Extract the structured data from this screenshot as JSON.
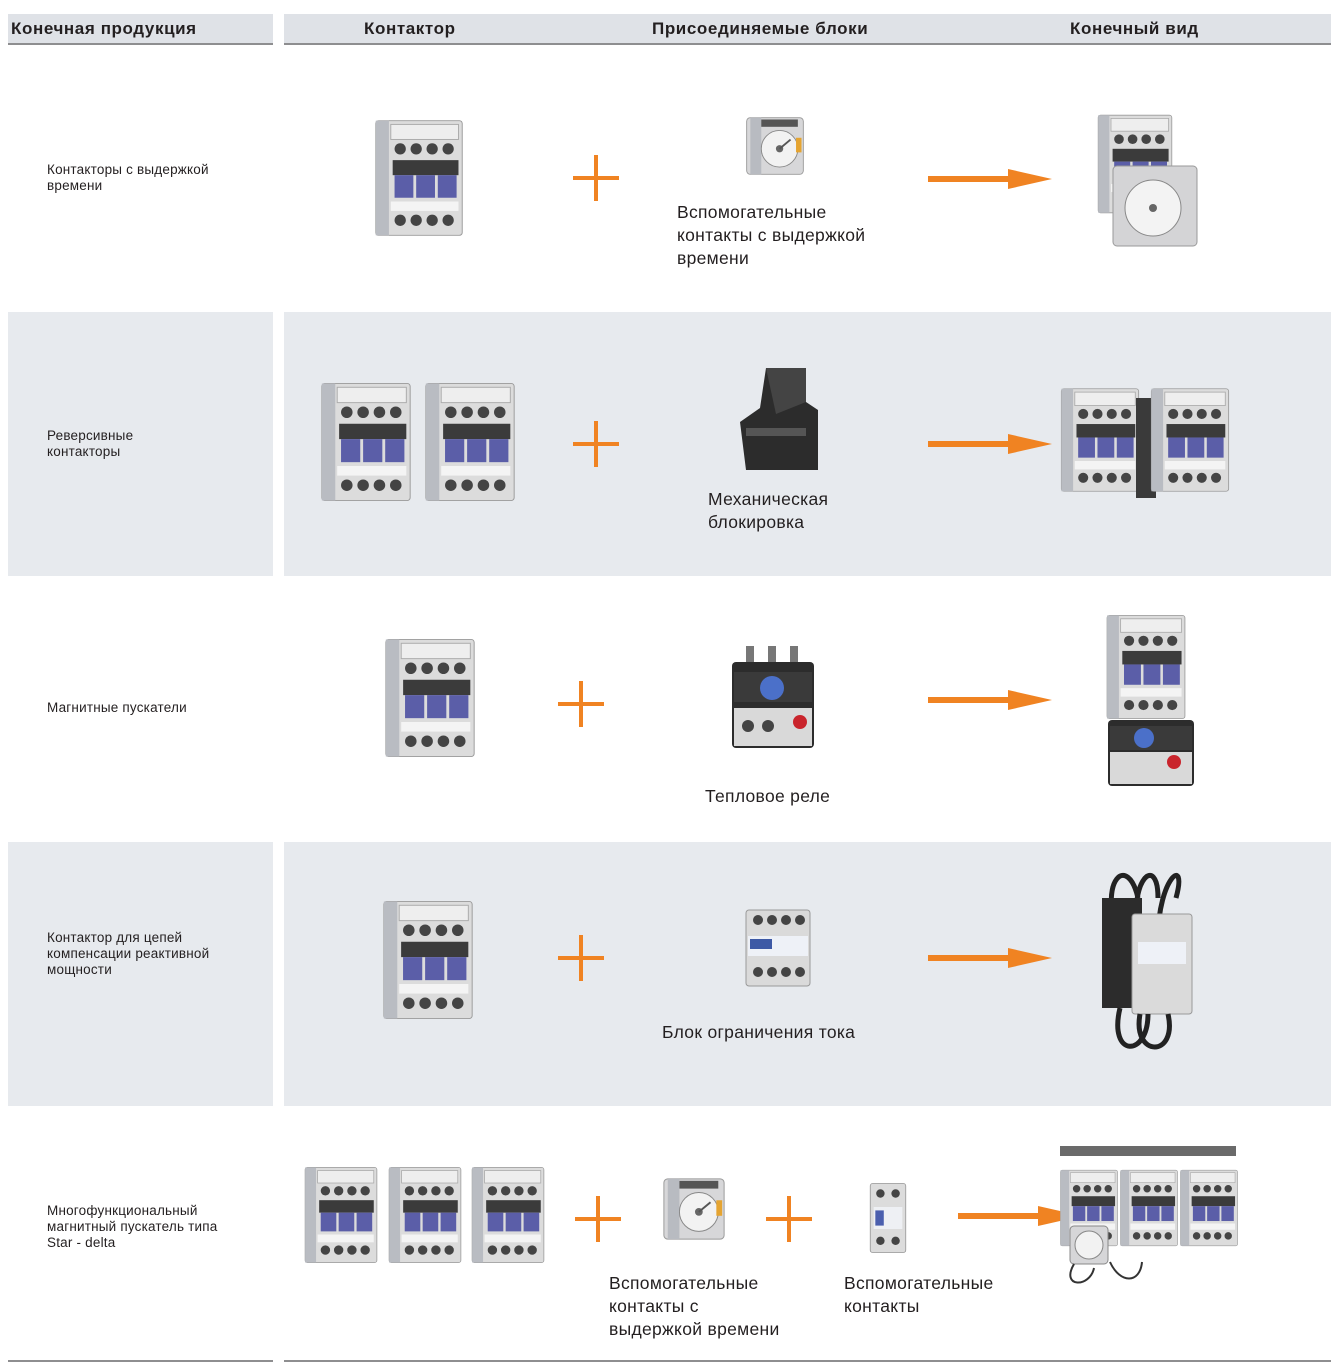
{
  "header": {
    "col_product": "Конечная продукция",
    "col_contactor": "Контактор",
    "col_blocks": "Присоединяемые блоки",
    "col_final": "Конечный вид"
  },
  "colors": {
    "accent": "#f08322",
    "band": "#e7eaee",
    "header_bg": "#dfe2e7",
    "header_rule": "#8e8e90",
    "module": "#5b5ea8"
  },
  "rows": [
    {
      "label": "Контакторы с выдержкой времени",
      "captions": [
        "Вспомогательные контакты с выдержкой времени"
      ]
    },
    {
      "label": "Реверсивные контакторы",
      "captions": [
        "Механическая блокировка"
      ]
    },
    {
      "label": "Магнитные пускатели",
      "captions": [
        "Тепловое реле"
      ]
    },
    {
      "label": "Контактор для цепей компенсации реактивной мощности",
      "captions": [
        "Блок ограничения тока"
      ]
    },
    {
      "label": "Многофункциональный магнитный пускатель типа Star - delta",
      "captions": [
        "Вспомогательные контакты с выдержкой времени",
        "Вспомогательные контакты"
      ]
    }
  ],
  "icons": {
    "contactor": "contactor-icon",
    "timer_block": "timer-block-icon",
    "interlock": "mechanical-interlock-icon",
    "thermal_relay": "thermal-relay-icon",
    "current_block": "current-limiting-block-icon",
    "aux_contacts": "auxiliary-contacts-icon",
    "plus": "plus-icon",
    "arrow": "arrow-right-icon"
  }
}
